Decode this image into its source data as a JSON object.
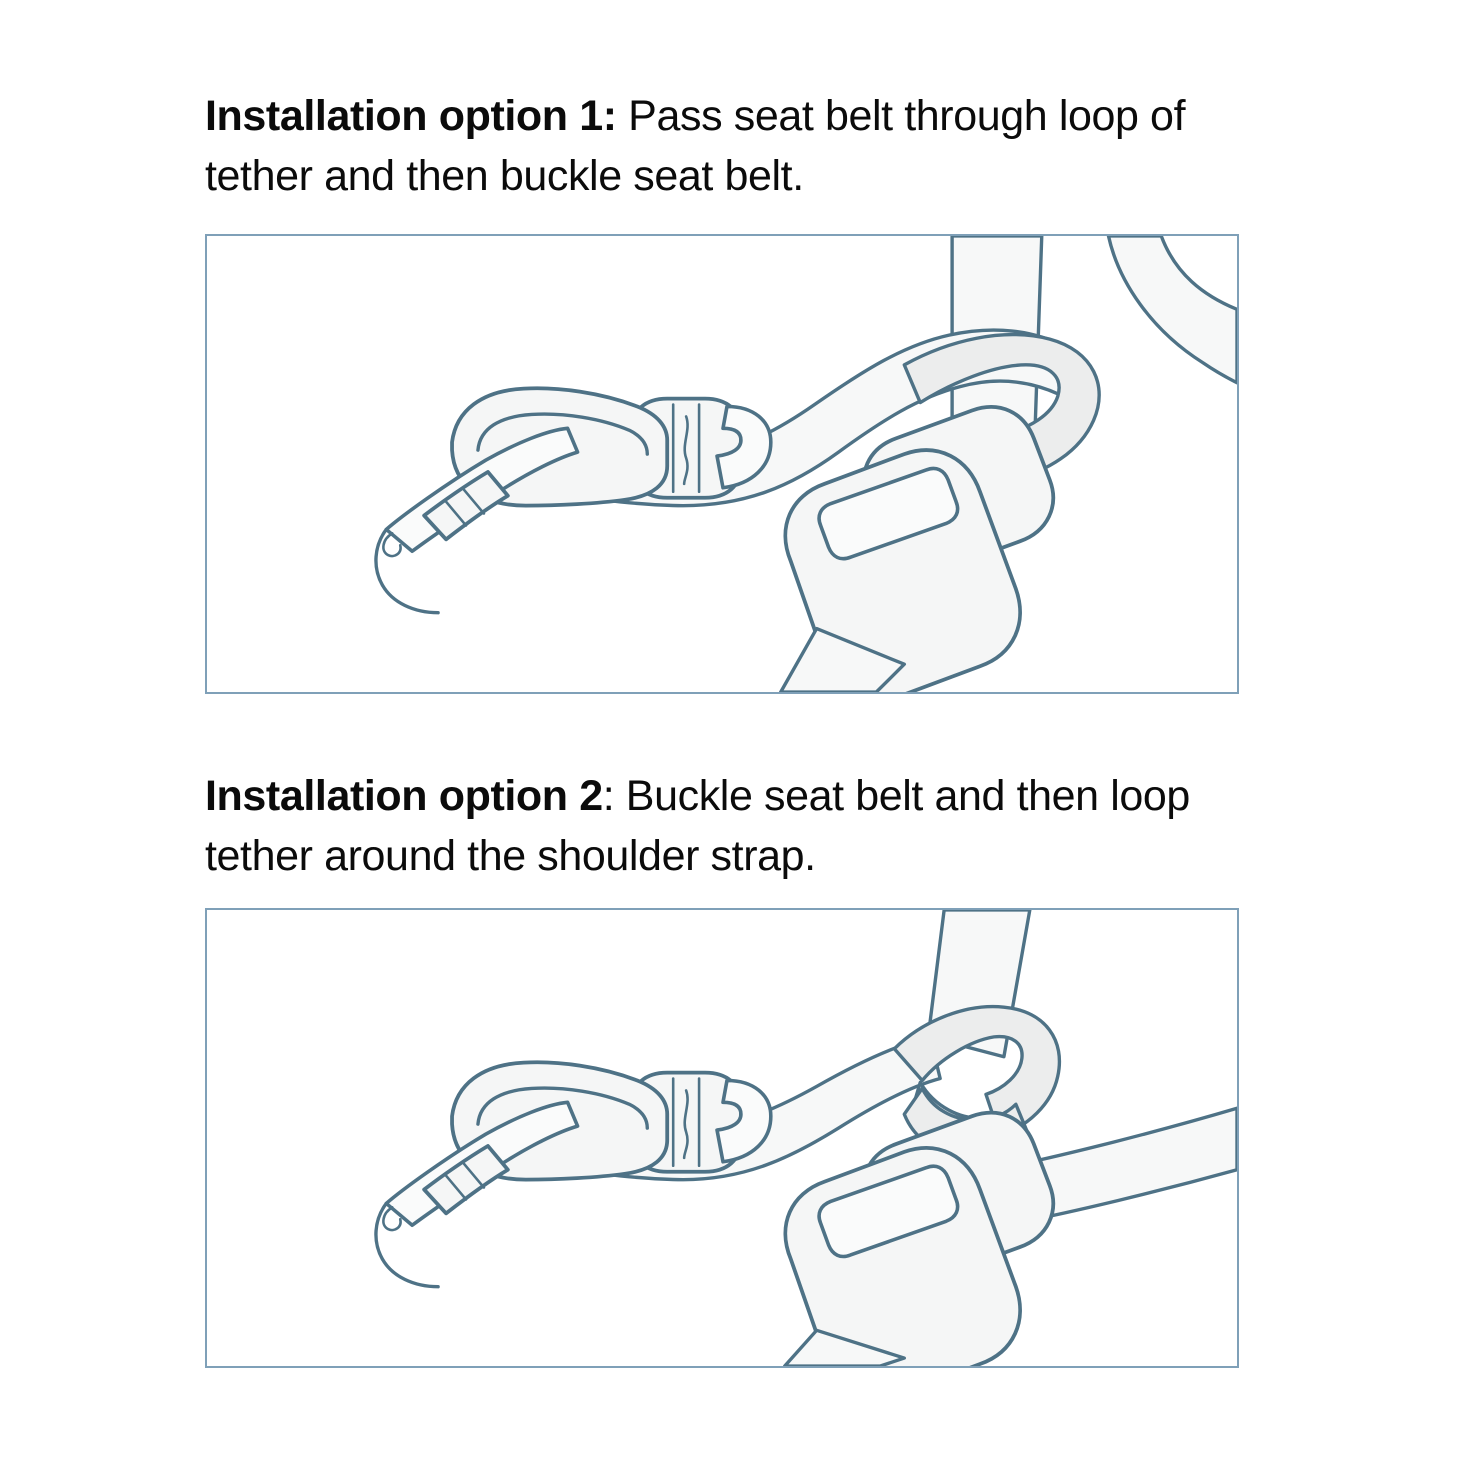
{
  "document": {
    "type": "instructional-diagram",
    "background_color": "#ffffff",
    "line_color": "#4e7286",
    "frame_border_color": "#7fa0b8",
    "webbing_fill": "#f7f8f8",
    "text_color": "#0b0b0b"
  },
  "sections": [
    {
      "id": "option-1",
      "lead": "Installation option 1:",
      "lead_label": "Installation option 1",
      "lead_punctuation": ":",
      "lead_punctuation_bold": true,
      "body": " Pass seat belt through loop of tether and then buckle seat belt.",
      "full_text": "Installation option 1: Pass seat belt through loop of tether and then buckle seat belt.",
      "figure_alt": "Tether with carabiner and swivel; seat belt webbing passed through the loop of the tether, with seat belt buckle fastened below."
    },
    {
      "id": "option-2",
      "lead": "Installation option 2",
      "lead_label": "Installation option 2",
      "lead_punctuation": ":",
      "lead_punctuation_bold": false,
      "body": " Buckle seat belt and then loop tether around the shoulder strap.",
      "full_text": "Installation option 2: Buckle seat belt and then loop tether around the shoulder strap.",
      "figure_alt": "Tether with carabiner and swivel looped fully around the buckled shoulder strap, with the lap belt running diagonally across the frame."
    }
  ],
  "figure_parts": [
    {
      "name": "carabiner",
      "label": "Carabiner clip"
    },
    {
      "name": "locking-sleeve",
      "label": "Ribbed locking sleeve"
    },
    {
      "name": "swivel",
      "label": "Swivel connector"
    },
    {
      "name": "tether-strap",
      "label": "Tether strap"
    },
    {
      "name": "shoulder-strap",
      "label": "Seat belt shoulder strap"
    },
    {
      "name": "lap-belt",
      "label": "Seat belt lap belt"
    },
    {
      "name": "buckle-tongue",
      "label": "Seat belt tongue plate"
    },
    {
      "name": "buckle-receptacle",
      "label": "Seat belt buckle"
    },
    {
      "name": "release-button",
      "label": "Buckle release button"
    }
  ]
}
